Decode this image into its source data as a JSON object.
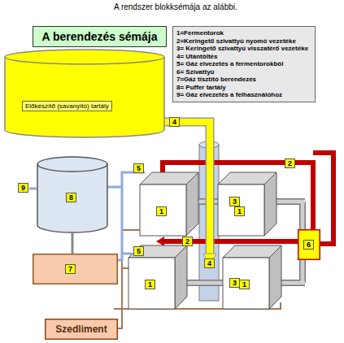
{
  "diagram": {
    "title": "A berendezés sémája",
    "nodes": [
      {
        "text": [
          "Előkészítő (savanyító) tartály"
        ]
      },
      {
        "text": [
          "8"
        ]
      },
      {
        "text": [
          "7"
        ]
      },
      {
        "text": [
          "Szedliment"
        ]
      },
      {
        "text": [
          "1"
        ]
      },
      {
        "text": [
          "1"
        ]
      },
      {
        "text": [
          "1"
        ]
      },
      {
        "text": [
          "1"
        ]
      },
      {
        "text": [
          "6"
        ]
      }
    ],
    "edges": [
      {
        "from": 2,
        "to": 1,
        "arrow": "none"
      }
    ],
    "labels": [
      "A rendszer blokksémája az alábbi.",
      "9",
      "5",
      "5",
      "4",
      "4",
      "2",
      "2",
      "3",
      "3"
    ],
    "legend": [
      {
        "text": "1=Fermentorok"
      },
      {
        "text": "2=Keringető szivattyú nyomó vezetéke"
      },
      {
        "text": "3= Keringető szivattyú visszatérő vezetéke"
      },
      {
        "text": "4= Utántöltés"
      },
      {
        "text": "5= Gáz elvezetés a fermentorokból"
      },
      {
        "text": "6= Szivattyú"
      },
      {
        "text": "7=Gáz tisztító berendezés"
      },
      {
        "text": "8= Puffer tartály"
      },
      {
        "text": "9= Gáz elvezetés a felhasználóhoz"
      }
    ]
  }
}
